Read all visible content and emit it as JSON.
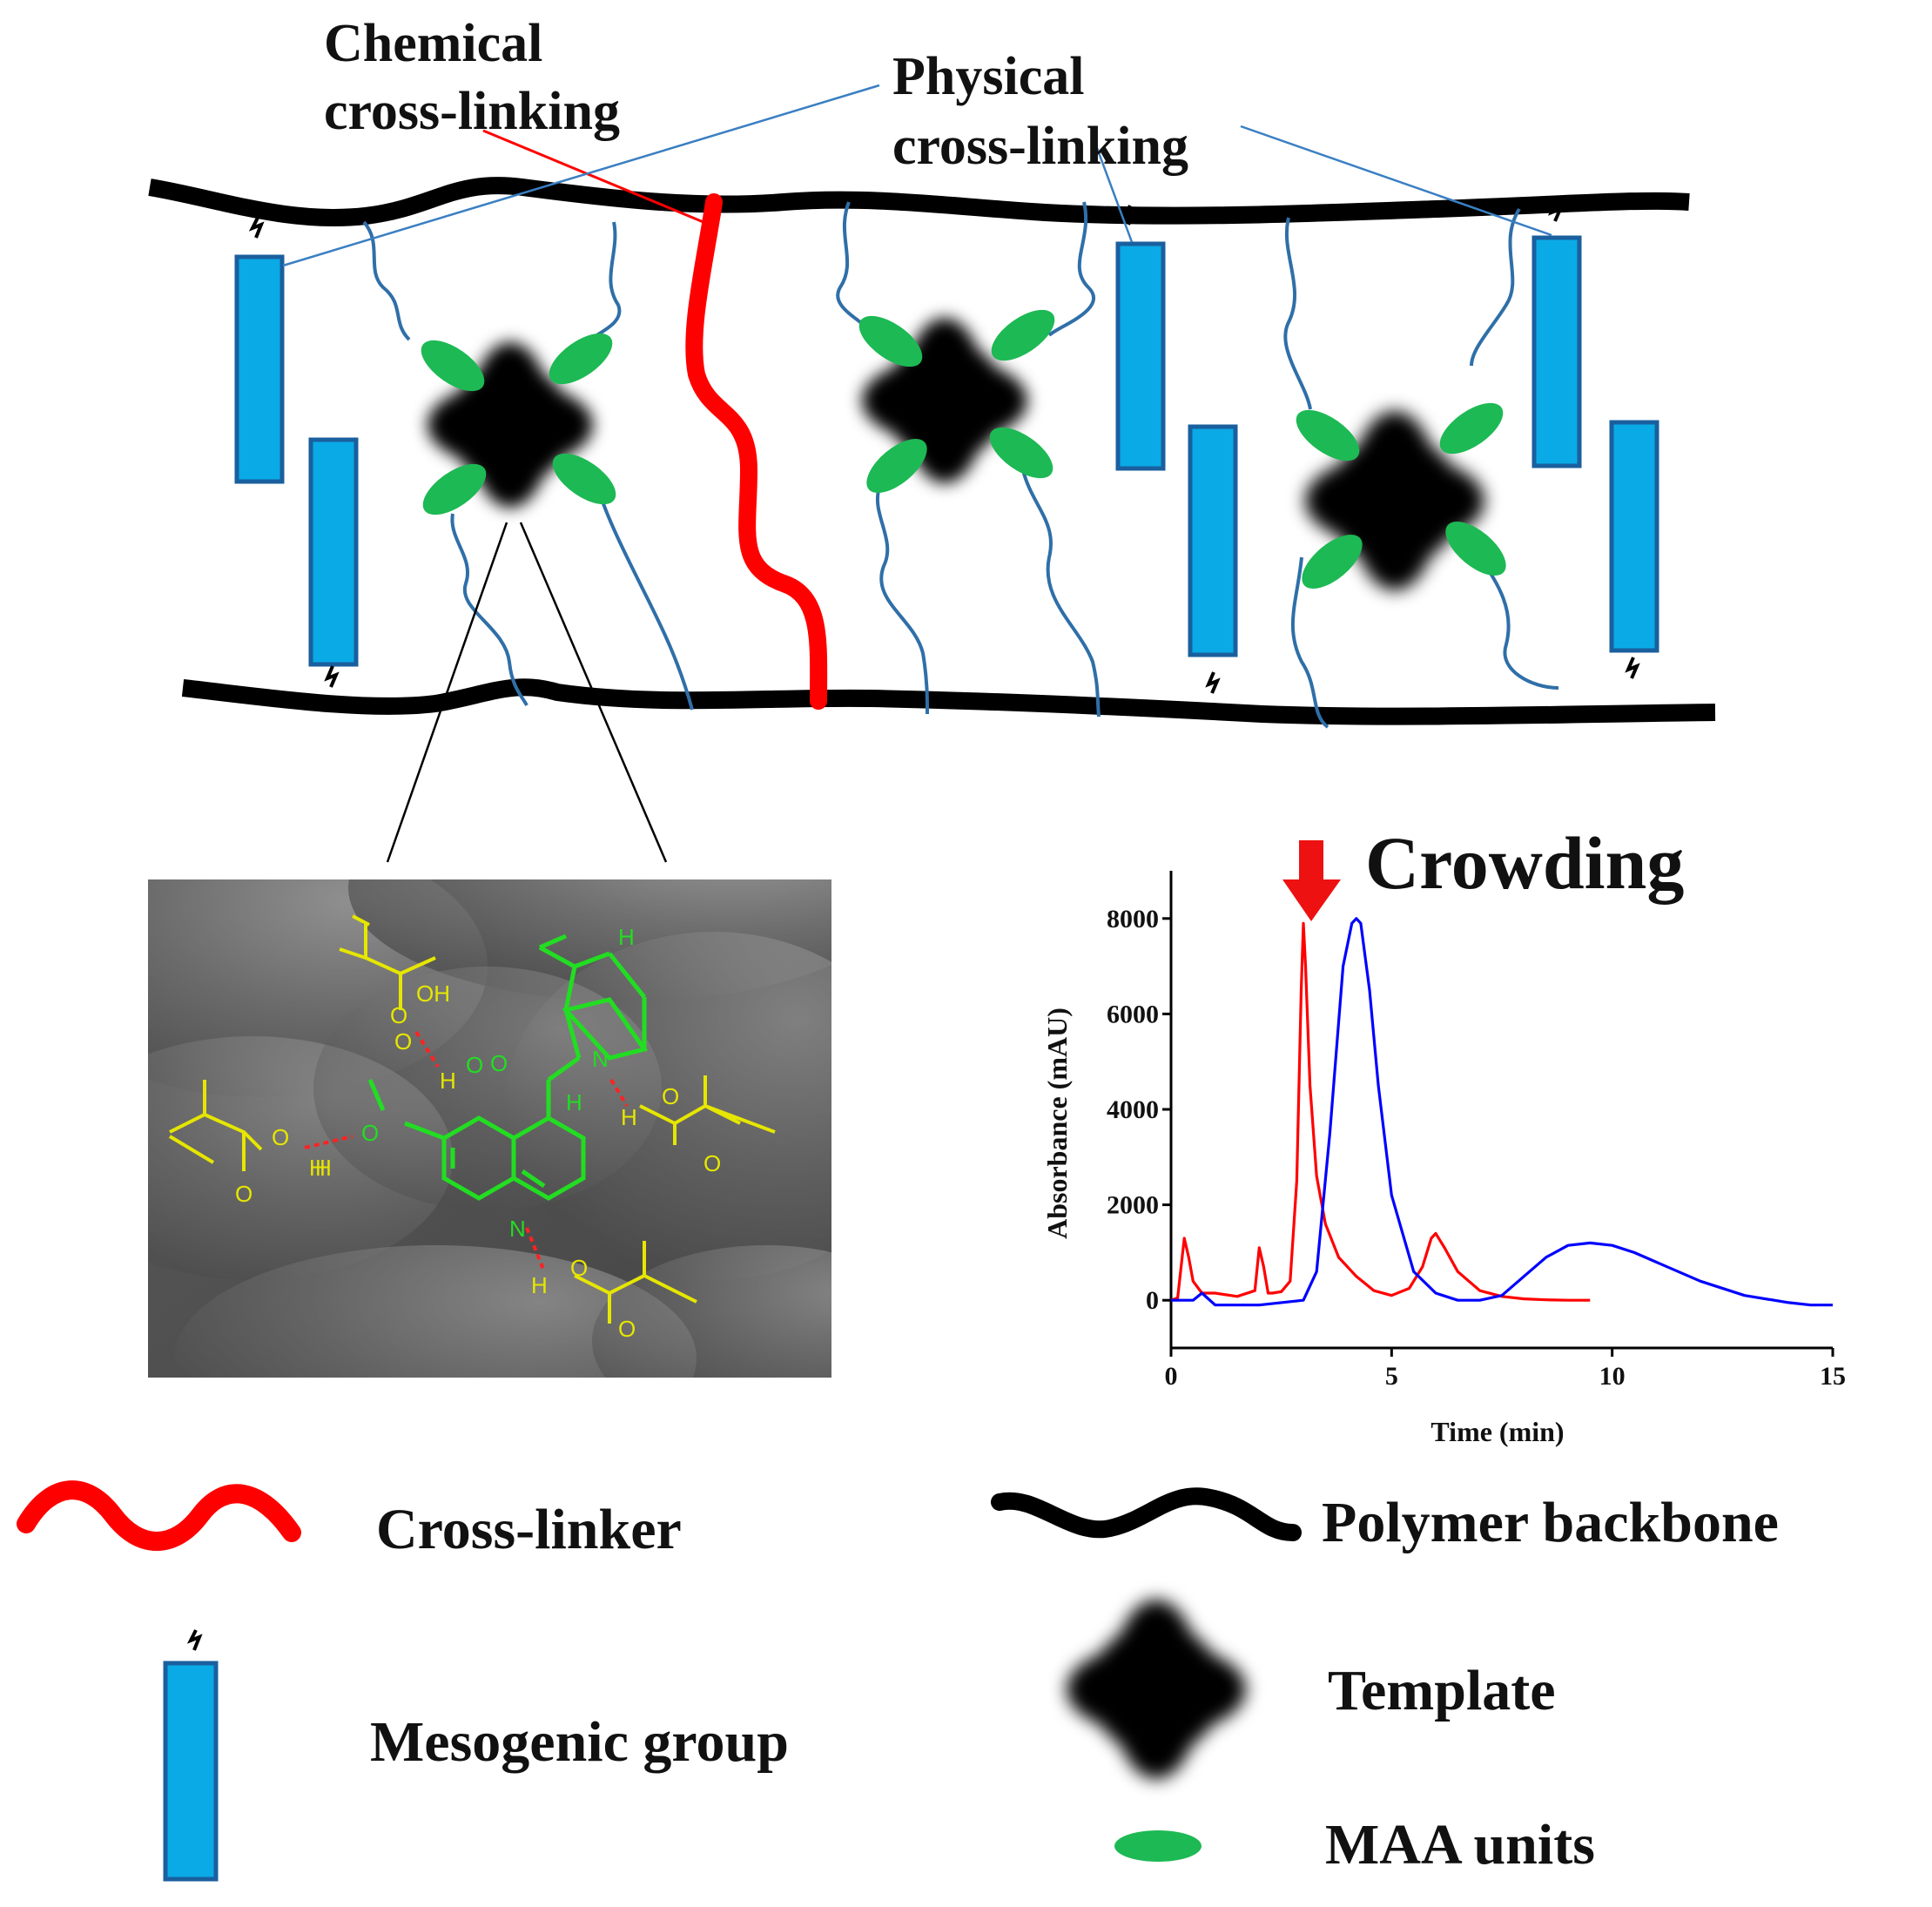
{
  "labels": {
    "chemical_crosslinking": [
      "Chemical",
      "cross-linking"
    ],
    "physical_crosslinking": [
      "Physical",
      "cross-linking"
    ],
    "crowding": "Crowding"
  },
  "legend": {
    "crosslinker": "Cross-linker",
    "polymer_backbone": "Polymer backbone",
    "template": "Template",
    "mesogenic_group": "Mesogenic group",
    "maa_units": "MAA units"
  },
  "colors": {
    "backbone": "#000000",
    "crosslinker": "#ff0000",
    "mesogen_fill": "#0aaae6",
    "mesogen_stroke": "#1a5f9e",
    "maa": "#1db954",
    "chain": "#2f6fa8",
    "molecule": "#22dd22",
    "maa_molecule": "#e6e600",
    "hbond": "#ff2222",
    "series_red": "#ff0000",
    "series_blue": "#0000ff"
  },
  "molecule": {
    "atoms": [
      "OH",
      "O",
      "H",
      "O",
      "H",
      "H",
      "N",
      "H",
      "O",
      "O",
      "O",
      "H",
      "O",
      "H",
      "O",
      "O",
      "N",
      "H",
      "O",
      "O",
      "O"
    ]
  },
  "chart_data": {
    "type": "line",
    "xlabel": "Time (min)",
    "ylabel": "Absorbance (mAU)",
    "xlim": [
      0,
      15
    ],
    "ylim": [
      -1000,
      9000
    ],
    "xticks": [
      "0",
      "5",
      "10",
      "15"
    ],
    "yticks": [
      "0",
      "2000",
      "4000",
      "6000",
      "8000"
    ],
    "annotation": "Crowding",
    "annotation_x": 3.0,
    "series": [
      {
        "color": "#ff0000",
        "x": [
          0.0,
          0.15,
          0.3,
          0.4,
          0.5,
          0.7,
          1.0,
          1.5,
          1.9,
          2.0,
          2.1,
          2.2,
          2.3,
          2.5,
          2.7,
          2.85,
          2.95,
          3.0,
          3.05,
          3.15,
          3.3,
          3.5,
          3.8,
          4.2,
          4.6,
          5.0,
          5.4,
          5.7,
          5.9,
          6.0,
          6.2,
          6.5,
          7.0,
          7.5,
          8.0,
          8.5,
          9.0,
          9.5
        ],
        "y": [
          0,
          50,
          1300,
          900,
          400,
          150,
          150,
          80,
          200,
          1100,
          700,
          150,
          150,
          180,
          400,
          2500,
          6500,
          7900,
          7000,
          4500,
          2600,
          1600,
          900,
          500,
          200,
          100,
          250,
          700,
          1300,
          1400,
          1100,
          600,
          200,
          80,
          30,
          10,
          0,
          0
        ]
      },
      {
        "color": "#0000ff",
        "x": [
          0.0,
          0.5,
          0.7,
          1.0,
          2.0,
          3.0,
          3.3,
          3.6,
          3.9,
          4.1,
          4.2,
          4.3,
          4.5,
          4.7,
          5.0,
          5.5,
          6.0,
          6.5,
          7.0,
          7.5,
          8.0,
          8.5,
          9.0,
          9.5,
          10.0,
          10.5,
          11.0,
          12.0,
          13.0,
          14.0,
          14.5,
          15.0
        ],
        "y": [
          0,
          0,
          150,
          -100,
          -100,
          0,
          600,
          3500,
          7000,
          7900,
          8000,
          7900,
          6500,
          4500,
          2200,
          600,
          150,
          0,
          0,
          100,
          500,
          900,
          1150,
          1200,
          1150,
          1000,
          800,
          400,
          100,
          -50,
          -100,
          -100
        ]
      }
    ]
  }
}
